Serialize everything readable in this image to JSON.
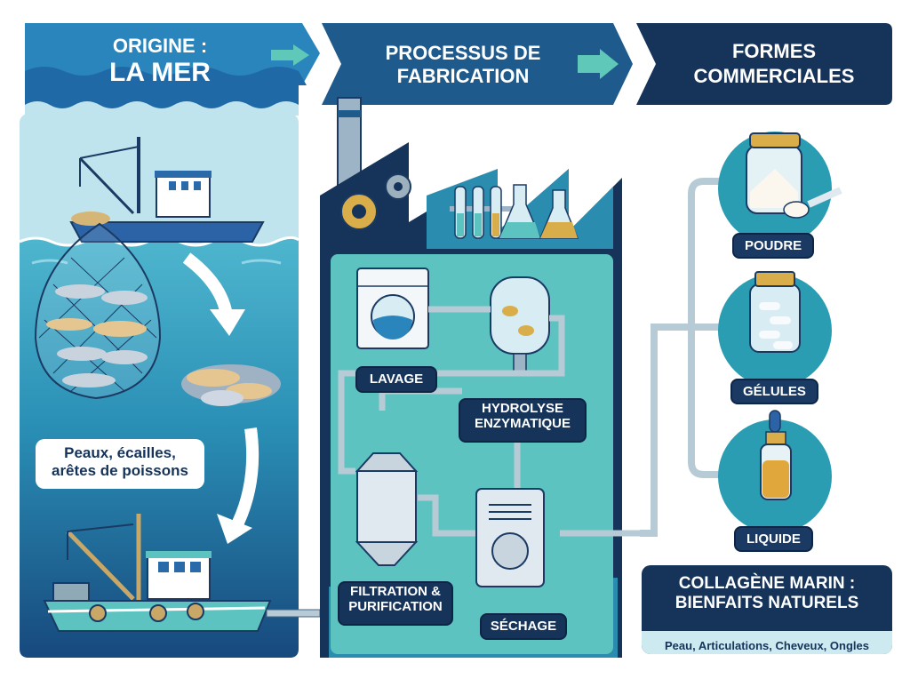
{
  "header": {
    "step1": {
      "line1": "ORIGINE :",
      "line2": "LA MER"
    },
    "step2": {
      "line1": "PROCESSUS DE",
      "line2": "FABRICATION"
    },
    "step3": {
      "line1": "FORMES",
      "line2": "COMMERCIALES"
    }
  },
  "origin": {
    "callout": {
      "line1": "Peaux, écailles,",
      "line2": "arêtes de poissons"
    }
  },
  "process": {
    "steps": [
      {
        "label": "LAVAGE"
      },
      {
        "label1": "HYDROLYSE",
        "label2": "ENZYMATIQUE"
      },
      {
        "label1": "FILTRATION &",
        "label2": "PURIFICATION"
      },
      {
        "label": "SÉCHAGE"
      }
    ]
  },
  "forms": {
    "items": [
      {
        "label": "POUDRE",
        "icon": "powder-jar-icon"
      },
      {
        "label": "GÉLULES",
        "icon": "capsule-bottle-icon"
      },
      {
        "label": "LIQUIDE",
        "icon": "dropper-bottle-icon"
      }
    ]
  },
  "benefits": {
    "title1": "COLLAGÈNE MARIN :",
    "title2": "BIENFAITS NATURELS",
    "subtitle": "Peau, Articulations, Cheveux, Ongles"
  },
  "colors": {
    "sea_light": "#bfe4ee",
    "sea_mid": "#2d98bb",
    "sea_deep": "#1a4f86",
    "navy": "#16335a",
    "teal": "#5cc3c0",
    "accent_arrow": "#5fc8b8"
  }
}
